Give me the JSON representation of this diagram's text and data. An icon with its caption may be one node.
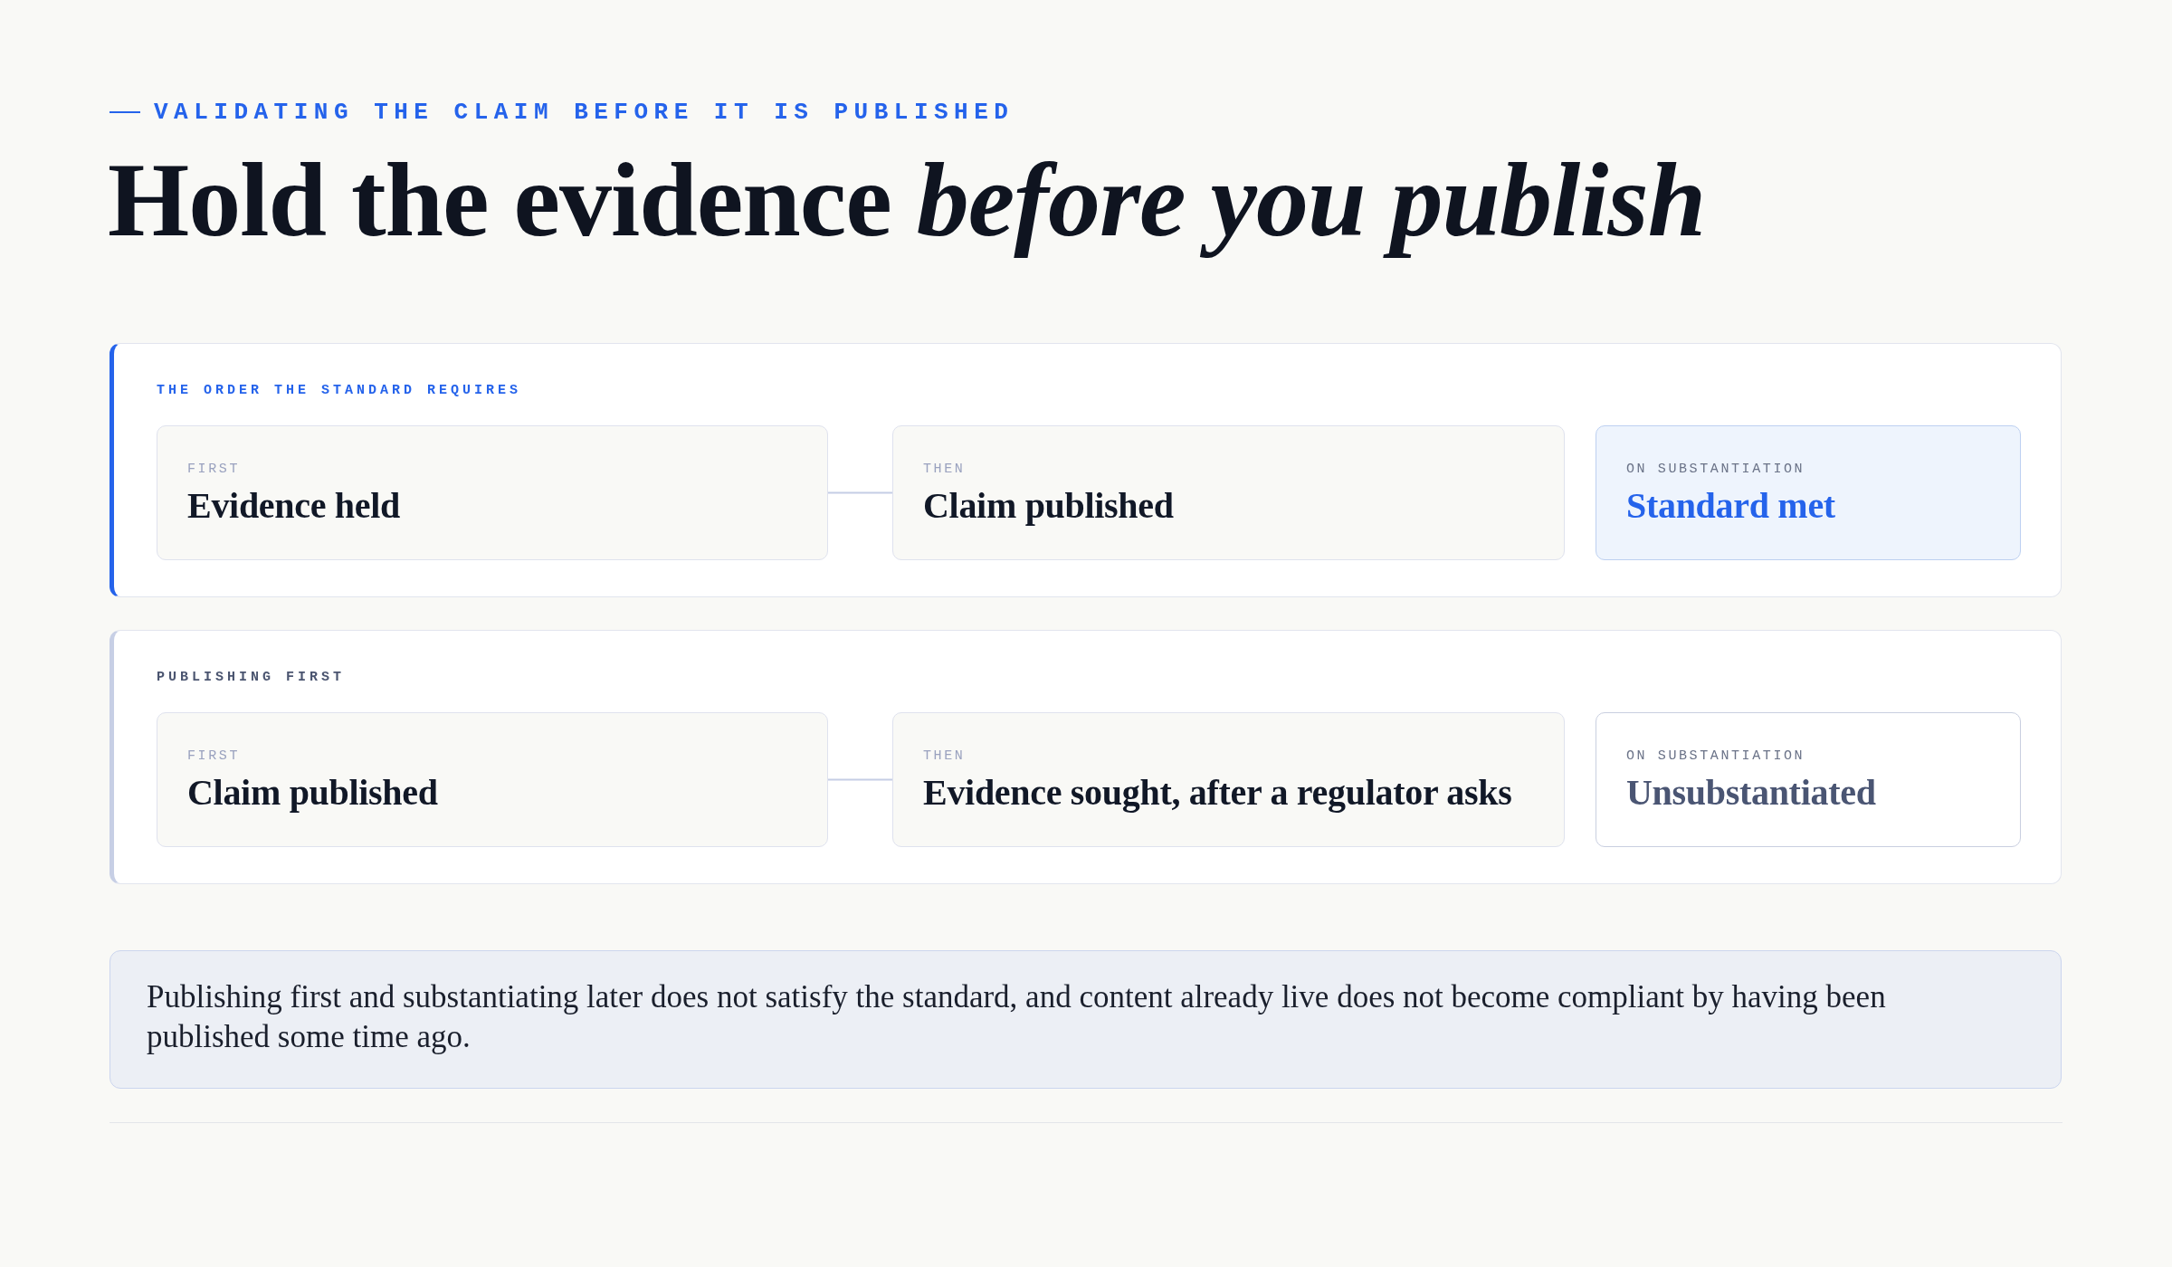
{
  "diagram": {
    "title": "Hold the evidence *before you publish*",
    "nodes": [
      {
        "text": [
          "THE ORDER THE STANDARD REQUIRES"
        ]
      },
      {
        "text": [
          "FIRST",
          "Evidence held"
        ],
        "in": 0
      },
      {
        "text": [
          "THEN",
          "Claim published"
        ],
        "in": 0
      },
      {
        "text": [
          "ON SUBSTANTIATION",
          "Standard met"
        ],
        "in": 0
      },
      {
        "text": [
          "PUBLISHING FIRST"
        ]
      },
      {
        "text": [
          "FIRST",
          "Claim published"
        ],
        "in": 4
      },
      {
        "text": [
          "THEN",
          "Evidence sought, after a regulator asks"
        ],
        "in": 4
      },
      {
        "text": [
          "ON SUBSTANTIATION",
          "Unsubstantiated"
        ],
        "in": 4
      },
      {
        "text": [
          "Publishing first and substantiating later does not satisfy the standard, and content already live does not become compliant by having been published some time ago."
        ]
      }
    ],
    "edges": [
      {
        "from": 1,
        "to": 2,
        "arrow": "none"
      },
      {
        "from": 5,
        "to": 6,
        "arrow": "none"
      }
    ],
    "labels": [
      "VALIDATING THE CLAIM BEFORE IT IS PUBLISHED"
    ]
  }
}
